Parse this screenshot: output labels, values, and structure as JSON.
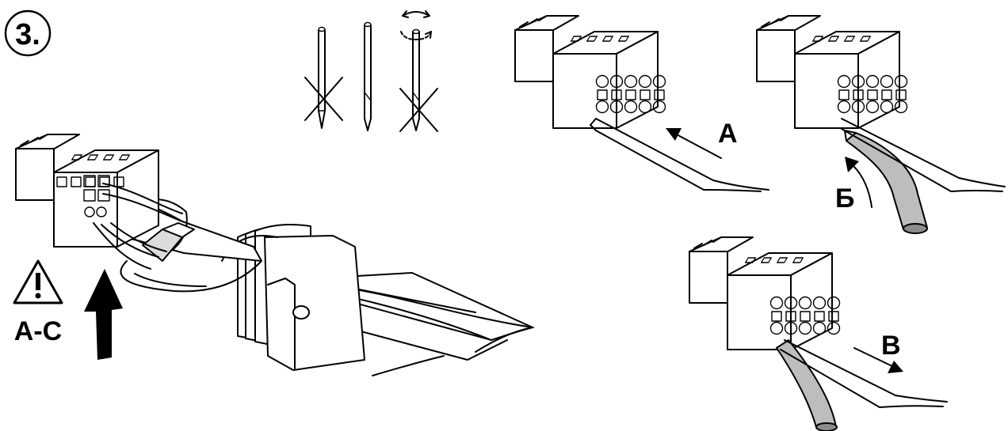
{
  "step": {
    "number": "3."
  },
  "labels": {
    "a": "A",
    "b": "Б",
    "v": "B",
    "warning": "A-C"
  },
  "colors": {
    "line": "#000000",
    "wire_fill": "#bdbdbd",
    "wire_end": "#8c8c8c",
    "background": "#ffffff"
  },
  "icons": [
    "step-number-circle",
    "warning-triangle-icon",
    "up-arrow-icon",
    "rotate-arrows-icon",
    "cross-mark-icon"
  ]
}
